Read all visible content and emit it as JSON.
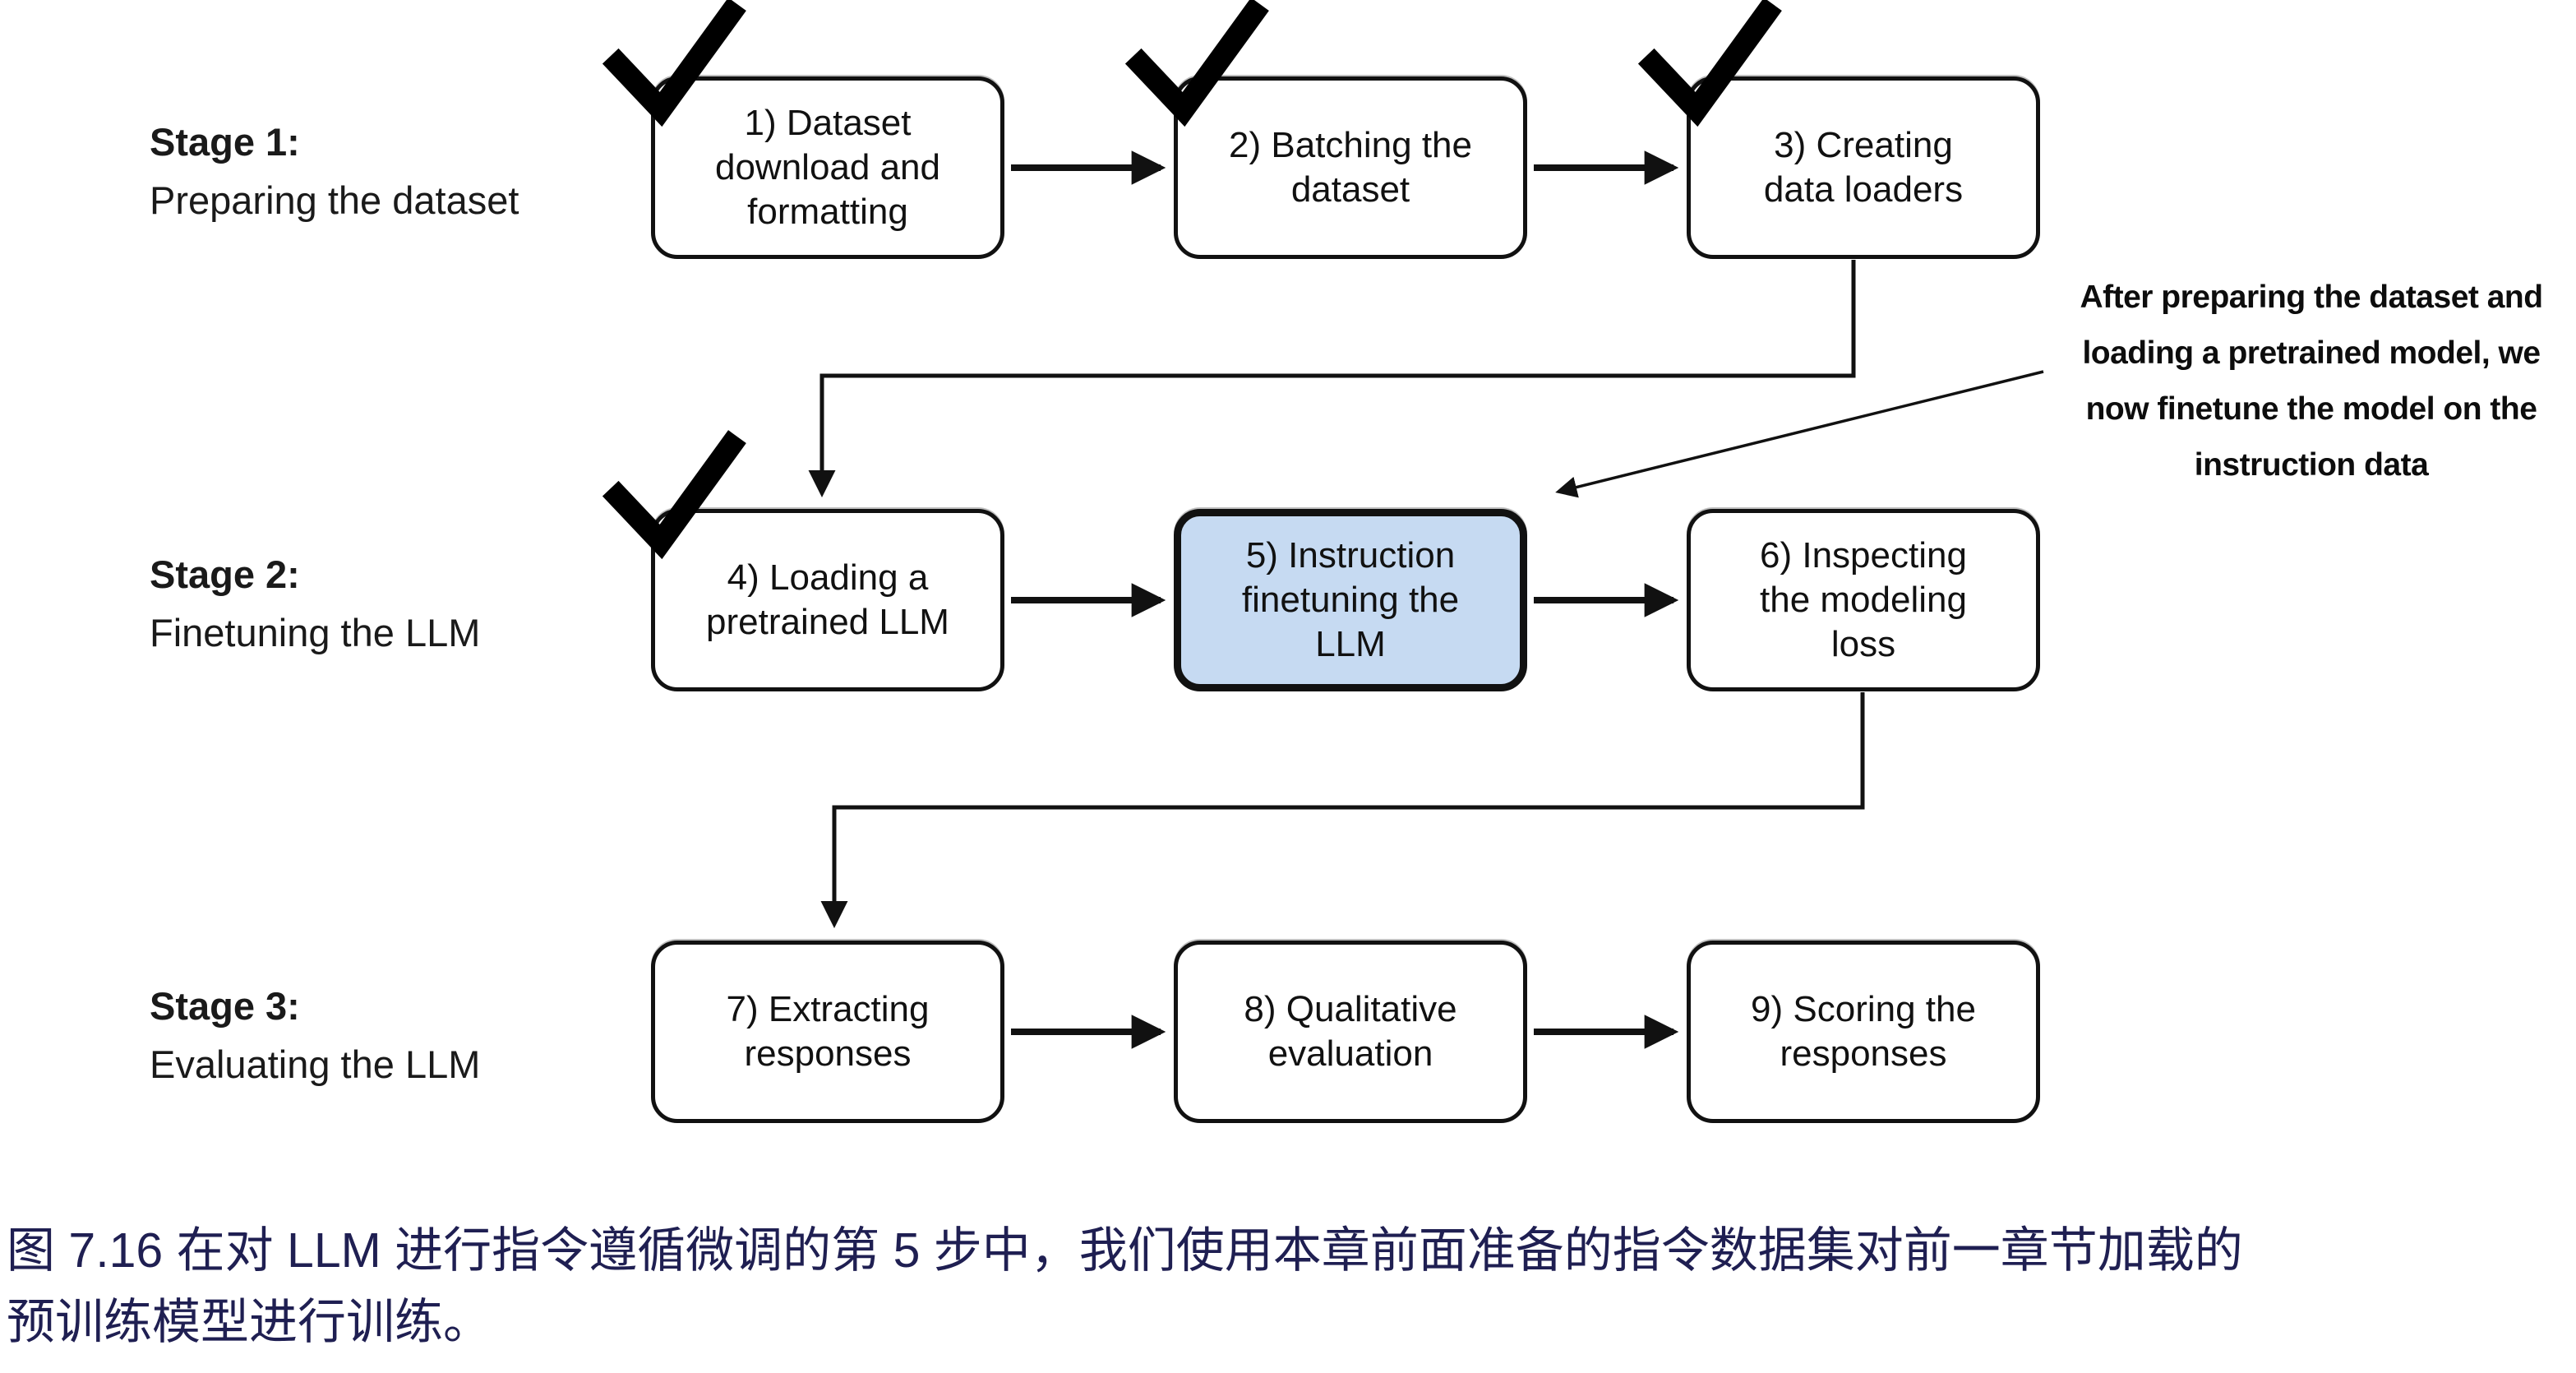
{
  "figure": {
    "stages": [
      {
        "title": "Stage 1:",
        "subtitle": "Preparing the dataset"
      },
      {
        "title": "Stage 2:",
        "subtitle": "Finetuning the LLM"
      },
      {
        "title": "Stage 3:",
        "subtitle": "Evaluating the LLM"
      }
    ],
    "boxes": [
      {
        "label": "1) Dataset\ndownload and\nformatting",
        "checked": true,
        "highlighted": false
      },
      {
        "label": "2) Batching the\ndataset",
        "checked": true,
        "highlighted": false
      },
      {
        "label": "3) Creating\ndata loaders",
        "checked": true,
        "highlighted": false
      },
      {
        "label": "4) Loading a\npretrained LLM",
        "checked": true,
        "highlighted": false
      },
      {
        "label": "5) Instruction\nfinetuning the\nLLM",
        "checked": false,
        "highlighted": true
      },
      {
        "label": "6) Inspecting\nthe modeling\nloss",
        "checked": false,
        "highlighted": false
      },
      {
        "label": "7) Extracting\nresponses",
        "checked": false,
        "highlighted": false
      },
      {
        "label": "8) Qualitative\nevaluation",
        "checked": false,
        "highlighted": false
      },
      {
        "label": "9) Scoring the\nresponses",
        "checked": false,
        "highlighted": false
      }
    ],
    "annotation": "After preparing the dataset and\nloading a pretrained model, we\nnow finetune the model on the\ninstruction data",
    "icons": {
      "completed_check": "✔"
    },
    "colors": {
      "highlight_fill": "#c6daf2",
      "box_border": "#111111",
      "caption_text": "#1f1f52",
      "background": "#ffffff"
    }
  },
  "caption": {
    "text": "图 7.16 在对 LLM 进行指令遵循微调的第 5 步中，我们使用本章前面准备的指令数据集对前一章节加载的\n预训练模型进行训练。"
  }
}
